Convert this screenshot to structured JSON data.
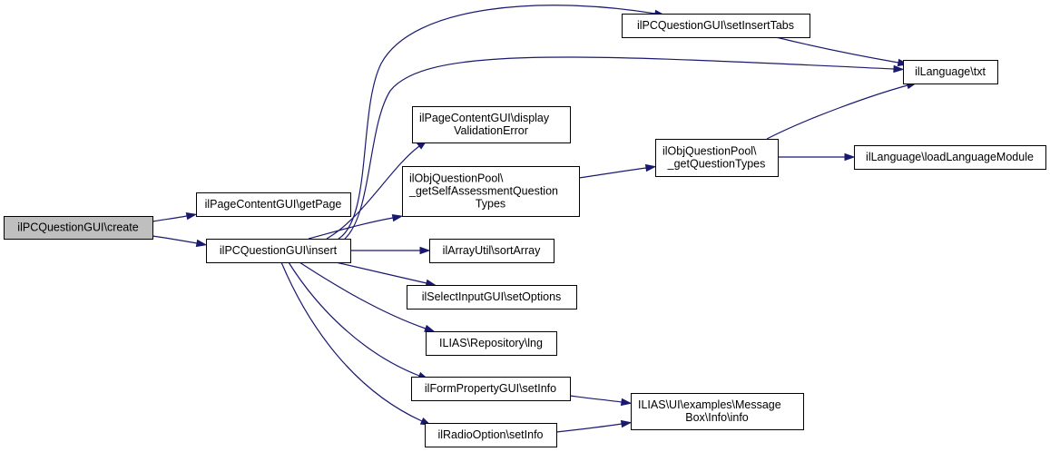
{
  "diagram": {
    "type": "call-graph",
    "colors": {
      "edge": "#191970",
      "root_fill": "#bfbfbf",
      "node_fill": "#ffffff",
      "border": "#000000"
    },
    "nodes": [
      {
        "id": "create",
        "lines": [
          "ilPCQuestionGUI\\create"
        ],
        "root": true
      },
      {
        "id": "getPage",
        "lines": [
          "ilPageContentGUI\\getPage"
        ]
      },
      {
        "id": "insert",
        "lines": [
          "ilPCQuestionGUI\\insert"
        ]
      },
      {
        "id": "setInsertTabs",
        "lines": [
          "ilPCQuestionGUI\\setInsertTabs"
        ]
      },
      {
        "id": "txt",
        "lines": [
          "ilLanguage\\txt"
        ]
      },
      {
        "id": "displayValidationError",
        "lines": [
          "ilPageContentGUI\\display",
          "ValidationError"
        ]
      },
      {
        "id": "getSelfAssessmentQuestionTypes",
        "lines": [
          "ilObjQuestionPool\\",
          "_getSelfAssessmentQuestion",
          "Types"
        ]
      },
      {
        "id": "getQuestionTypes",
        "lines": [
          "ilObjQuestionPool\\",
          "_getQuestionTypes"
        ]
      },
      {
        "id": "loadLanguageModule",
        "lines": [
          "ilLanguage\\loadLanguageModule"
        ]
      },
      {
        "id": "sortArray",
        "lines": [
          "ilArrayUtil\\sortArray"
        ]
      },
      {
        "id": "setOptions",
        "lines": [
          "ilSelectInputGUI\\setOptions"
        ]
      },
      {
        "id": "lng",
        "lines": [
          "ILIAS\\Repository\\lng"
        ]
      },
      {
        "id": "formSetInfo",
        "lines": [
          "ilFormPropertyGUI\\setInfo"
        ]
      },
      {
        "id": "radioSetInfo",
        "lines": [
          "ilRadioOption\\setInfo"
        ]
      },
      {
        "id": "info",
        "lines": [
          "ILIAS\\UI\\examples\\Message",
          "Box\\Info\\info"
        ]
      }
    ],
    "edges": [
      {
        "from": "create",
        "to": "getPage"
      },
      {
        "from": "create",
        "to": "insert"
      },
      {
        "from": "insert",
        "to": "setInsertTabs"
      },
      {
        "from": "insert",
        "to": "txt"
      },
      {
        "from": "insert",
        "to": "displayValidationError"
      },
      {
        "from": "insert",
        "to": "getSelfAssessmentQuestionTypes"
      },
      {
        "from": "insert",
        "to": "sortArray"
      },
      {
        "from": "insert",
        "to": "setOptions"
      },
      {
        "from": "insert",
        "to": "lng"
      },
      {
        "from": "insert",
        "to": "formSetInfo"
      },
      {
        "from": "insert",
        "to": "radioSetInfo"
      },
      {
        "from": "setInsertTabs",
        "to": "txt"
      },
      {
        "from": "getSelfAssessmentQuestionTypes",
        "to": "getQuestionTypes"
      },
      {
        "from": "getQuestionTypes",
        "to": "txt"
      },
      {
        "from": "getQuestionTypes",
        "to": "loadLanguageModule"
      },
      {
        "from": "formSetInfo",
        "to": "info"
      },
      {
        "from": "radioSetInfo",
        "to": "info"
      }
    ]
  }
}
